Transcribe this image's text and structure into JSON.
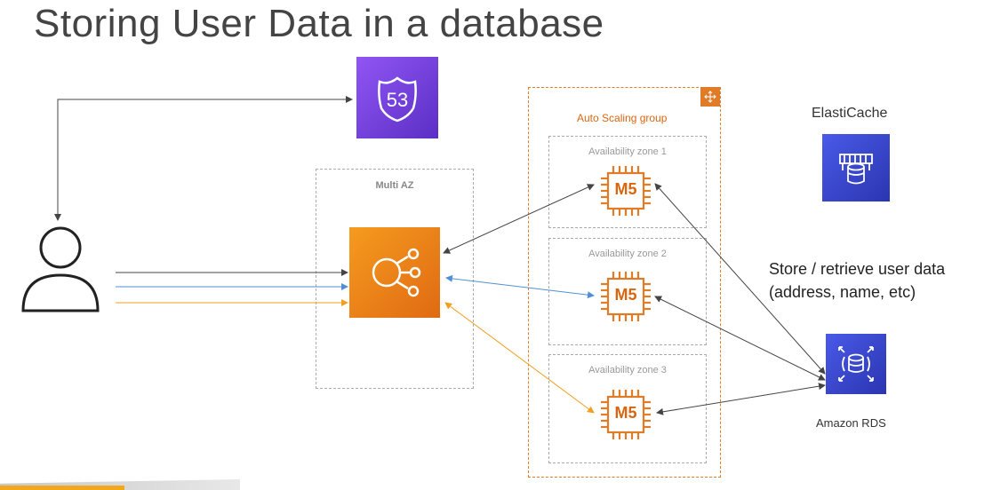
{
  "title": "Storing User Data in a database",
  "route53": {
    "icon": "route53-icon",
    "number": "53",
    "color": "#7b3fe4"
  },
  "multi_az": {
    "label": "Multi AZ"
  },
  "load_balancer": {
    "icon": "elastic-load-balancer-icon",
    "color": "#ed7a12"
  },
  "auto_scaling": {
    "label": "Auto Scaling group",
    "zones": [
      {
        "label": "Availability zone 1",
        "instance": "M5"
      },
      {
        "label": "Availability zone 2",
        "instance": "M5"
      },
      {
        "label": "Availability zone 3",
        "instance": "M5"
      }
    ]
  },
  "elasticache": {
    "label": "ElastiCache",
    "icon": "elasticache-icon",
    "color": "#3b48cc"
  },
  "rds": {
    "label": "Amazon RDS",
    "icon": "rds-icon",
    "color": "#3b48cc"
  },
  "description": {
    "line1": "Store / retrieve user data",
    "line2": "(address, name, etc)"
  },
  "colors": {
    "black_arrow": "#444444",
    "blue_arrow": "#4f8fd6",
    "orange_arrow": "#f0a020"
  }
}
